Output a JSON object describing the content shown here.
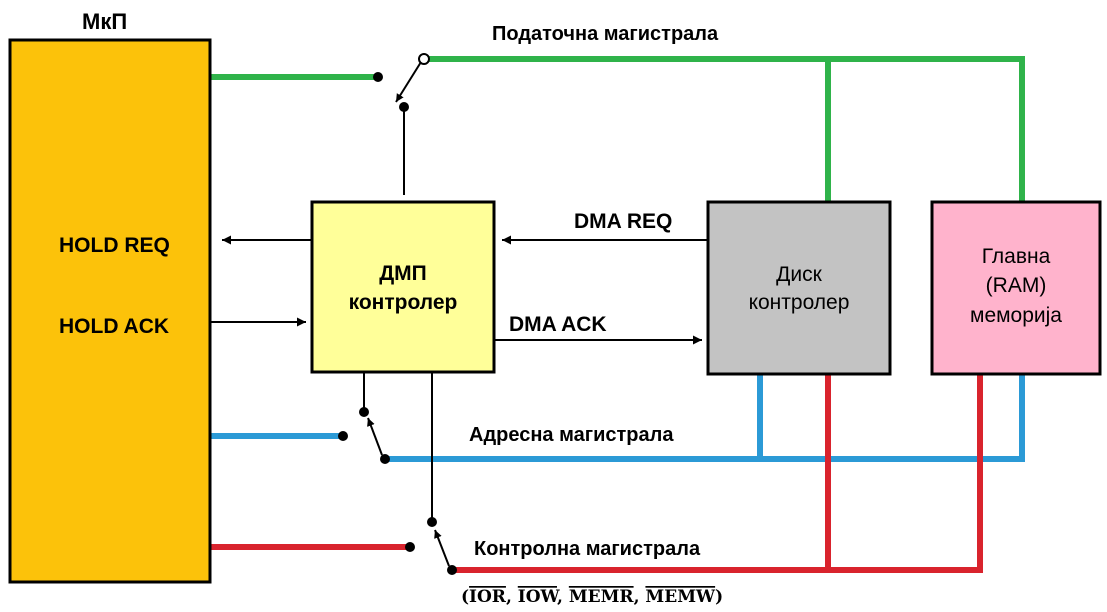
{
  "cpu": {
    "title": "МкП",
    "hold_req": "HOLD REQ",
    "hold_ack": "HOLD ACK"
  },
  "dma": {
    "line1": "ДМП",
    "line2": "контролер"
  },
  "disk": {
    "line1": "Диск",
    "line2": "контролер"
  },
  "ram": {
    "line1": "Главна",
    "line2": "(RAM)",
    "line3": "меморија"
  },
  "signals": {
    "dma_req": "DMA REQ",
    "dma_ack": "DMA ACK"
  },
  "buses": {
    "data": "Податочна магистрала",
    "address": "Адресна магистрала",
    "control": "Контролна магистрала"
  },
  "control_signals": {
    "open": "(",
    "ior": "IOR",
    "iow": "IOW",
    "memr": "MEMR",
    "memw": "MEMW",
    "sep": ", ",
    "close": ")"
  },
  "colors": {
    "cpu_fill": "#fcc20a",
    "dma_fill": "#ffff99",
    "disk_fill": "#c3c3c3",
    "ram_fill": "#ffb3cc",
    "data_bus": "#2fb34a",
    "address_bus": "#2b9ad6",
    "control_bus": "#d9232d",
    "line": "#000000"
  }
}
